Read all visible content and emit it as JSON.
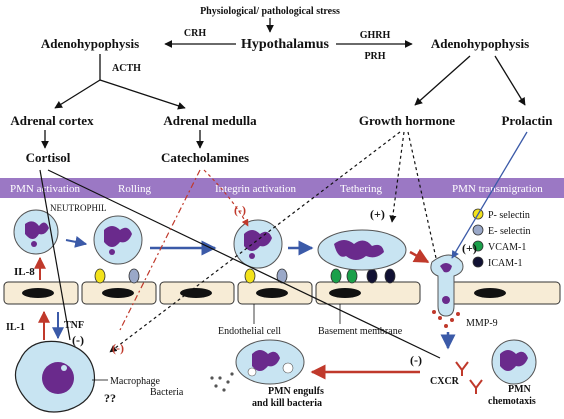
{
  "top": {
    "stress": "Physiological/ pathological stress",
    "hypothalamus": "Hypothalamus",
    "adeno_left": "Adenohypophysis",
    "adeno_right": "Adenohypophysis",
    "crh": "CRH",
    "ghrh": "GHRH",
    "prh": "PRH",
    "acth": "ACTH",
    "adrenal_cortex": "Adrenal cortex",
    "adrenal_medulla": "Adrenal medulla",
    "growth_hormone": "Growth hormone",
    "prolactin": "Prolactin",
    "cortisol": "Cortisol",
    "catecholamines": "Catecholamines"
  },
  "steps": {
    "pmn_activation": "PMN activation",
    "rolling": "Rolling",
    "integrin_activation": "Integrin activation",
    "tethering": "Tethering",
    "pmn_transmigration": "PMN transmigration"
  },
  "legend": [
    {
      "label": "P- selectin",
      "color": "#f2e21a"
    },
    {
      "label": "E- selectin",
      "color": "#9aa8c8"
    },
    {
      "label": "VCAM-1",
      "color": "#1aa04a"
    },
    {
      "label": "ICAM-1",
      "color": "#111133"
    }
  ],
  "labels": {
    "neutrophil": "NEUTROPHIL",
    "il8": "IL-8",
    "il1": "IL-1",
    "tnf": "TNF",
    "minus_tnf": "(-)",
    "minus_red_left": "(-)",
    "minus_integrin": "(-)",
    "plus_tether": "(+)",
    "plus_trans": "(+)",
    "minus_cxcr": "(-)",
    "endothelial_cell": "Endothelial cell",
    "basement_membrane": "Basement membrane",
    "mmp9": "MMP-9",
    "macrophage": "Macrophage",
    "qq": "??",
    "bacteria": "Bacteria",
    "engulf_1": "PMN engulfs",
    "engulf_2": "and kill bacteria",
    "cxcr": "CXCR",
    "chemotaxis_1": "PMN",
    "chemotaxis_2": "chemotaxis"
  },
  "colors": {
    "band": "#9b78c4",
    "band_text": "#ffffff",
    "cell_fill": "#c8e4f2",
    "nucleus": "#6a2a8c",
    "endothelium": "#f7ecd6",
    "arrow_red": "#c0392b",
    "arrow_blue": "#3b5aa8"
  }
}
